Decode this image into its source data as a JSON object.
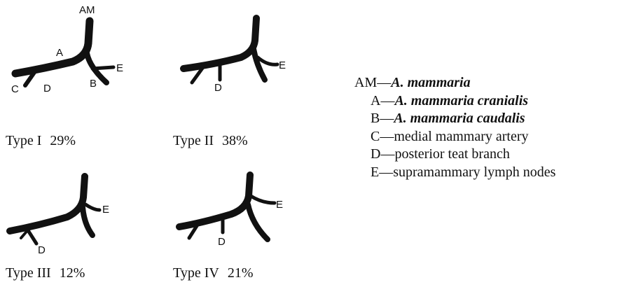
{
  "diagrams": [
    {
      "caption": "Type I",
      "percent": "29%",
      "labels": {
        "am": "AM",
        "a": "A",
        "b": "B",
        "c": "C",
        "d": "D",
        "e": "E"
      }
    },
    {
      "caption": "Type II",
      "percent": "38%",
      "labels": {
        "d": "D",
        "e": "E"
      }
    },
    {
      "caption": "Type III",
      "percent": "12%",
      "labels": {
        "d": "D",
        "e": "E"
      }
    },
    {
      "caption": "Type IV",
      "percent": "21%",
      "labels": {
        "d": "D",
        "e": "E"
      }
    }
  ],
  "legend": [
    {
      "key": "AM",
      "dash": "—",
      "text": "A. mammaria",
      "italic": true
    },
    {
      "key": "A",
      "dash": "—",
      "text": "A. mammaria cranialis",
      "italic": true
    },
    {
      "key": "B",
      "dash": "—",
      "text": "A. mammaria caudalis",
      "italic": true
    },
    {
      "key": "C",
      "dash": "—",
      "text": "medial mammary artery",
      "italic": false
    },
    {
      "key": "D",
      "dash": "—",
      "text": "posterior teat branch",
      "italic": false
    },
    {
      "key": "E",
      "dash": "—",
      "text": "supramammary lymph nodes",
      "italic": false
    }
  ]
}
